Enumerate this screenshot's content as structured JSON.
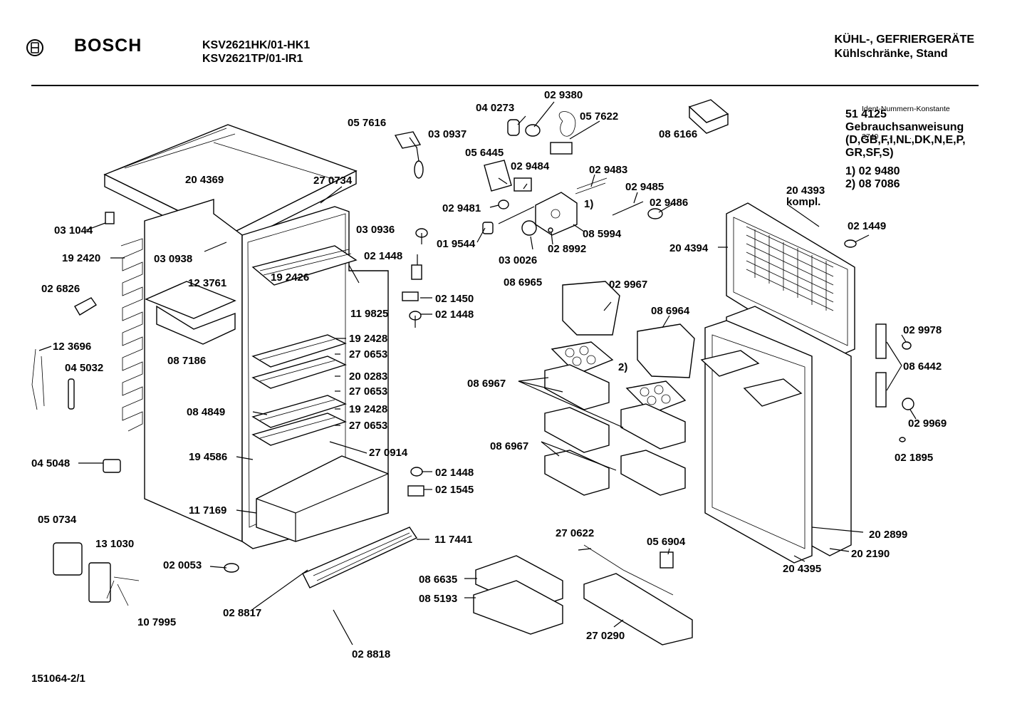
{
  "header": {
    "brand": "BOSCH",
    "model_lines": [
      "KSV2621HK/01-HK1",
      "KSV2621TP/01-IR1"
    ],
    "category_lines": [
      "KÜHL-, GEFRIERGERÄTE",
      "Kühlschränke, Stand"
    ]
  },
  "ident": {
    "title": "Ident-Nummern-Konstante",
    "value": "3740   . .   . . . ."
  },
  "info": {
    "manual_number": "51 4125",
    "manual_title": "Gebrauchsanweisung",
    "languages_1": "(D,GB,F,I,NL,DK,N,E,P,",
    "languages_2": "GR,SF,S)",
    "footnote_1": "1)  02 9480",
    "footnote_2": "2)  08 7086"
  },
  "footer": {
    "drawing_number": "151064-2/1"
  },
  "parts": [
    "20 4369",
    "27 0734",
    "03 1044",
    "19 2420",
    "03 0938",
    "03 0936",
    "12 3761",
    "02 6826",
    "19 2426",
    "08 7186",
    "12 3696",
    "04 5032",
    "11 9825",
    "19 2428",
    "27 0653",
    "20 0283",
    "27 0653",
    "08 4849",
    "19 2428",
    "27 0653",
    "19 4586",
    "27 0914",
    "11 7169",
    "04 5048",
    "05 0734",
    "13 1030",
    "02 0053",
    "10 7995",
    "02 8817",
    "02 8818",
    "11 7441",
    "05 7616",
    "03 0937",
    "04 0273",
    "02 9380",
    "05 7622",
    "05 6445",
    "02 9484",
    "02 9483",
    "02 9485",
    "02 9481",
    "02 9486",
    "1)",
    "01 9544",
    "08 5994",
    "03 0026",
    "02 8992",
    "02 1448",
    "02 1450",
    "02 1448",
    "02 1448",
    "02 1545",
    "08 6166",
    "08 6965",
    "02 9967",
    "08 6964",
    "2)",
    "08 6967",
    "08 6967",
    "27 0622",
    "05 6904",
    "08 6635",
    "08 5193",
    "27 0290",
    "20 4393",
    "kompl.",
    "20 4394",
    "02 1449",
    "02 9978",
    "08 6442",
    "02 9969",
    "02 1895",
    "20 2899",
    "20 2190",
    "20 4395"
  ]
}
